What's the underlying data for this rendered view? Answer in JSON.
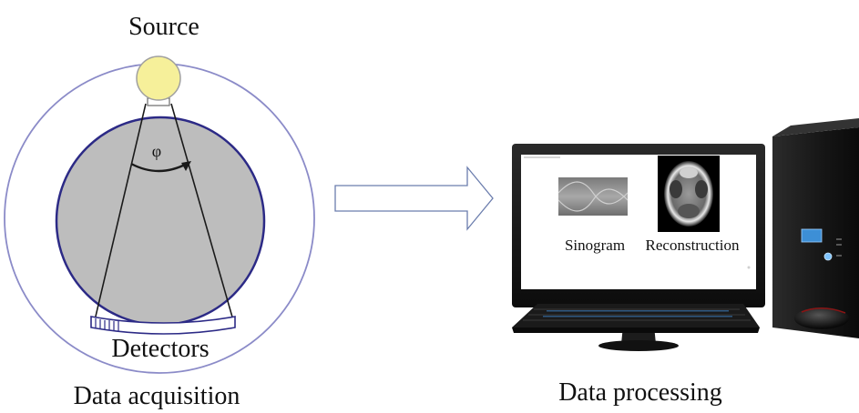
{
  "acquisition": {
    "source_label": "Source",
    "angle_symbol": "φ",
    "detectors_label": "Detectors",
    "caption": "Data acquisition"
  },
  "processing": {
    "sinogram_label": "Sinogram",
    "reconstruction_label": "Reconstruction",
    "caption": "Data processing"
  },
  "colors": {
    "source_fill": "#f6f09a",
    "source_stroke": "#a0a0a0",
    "gantry_ring": "#8b8bc8",
    "object_fill": "#bdbdbd",
    "object_stroke": "#2c2a86",
    "detector_stroke": "#2c2a86",
    "arrow_fill": "#ffffff",
    "arrow_stroke": "#6b7dad",
    "monitor_frame": "#161616",
    "tower_body": "#1a1a1a",
    "tower_display": "#3d8fd6"
  }
}
